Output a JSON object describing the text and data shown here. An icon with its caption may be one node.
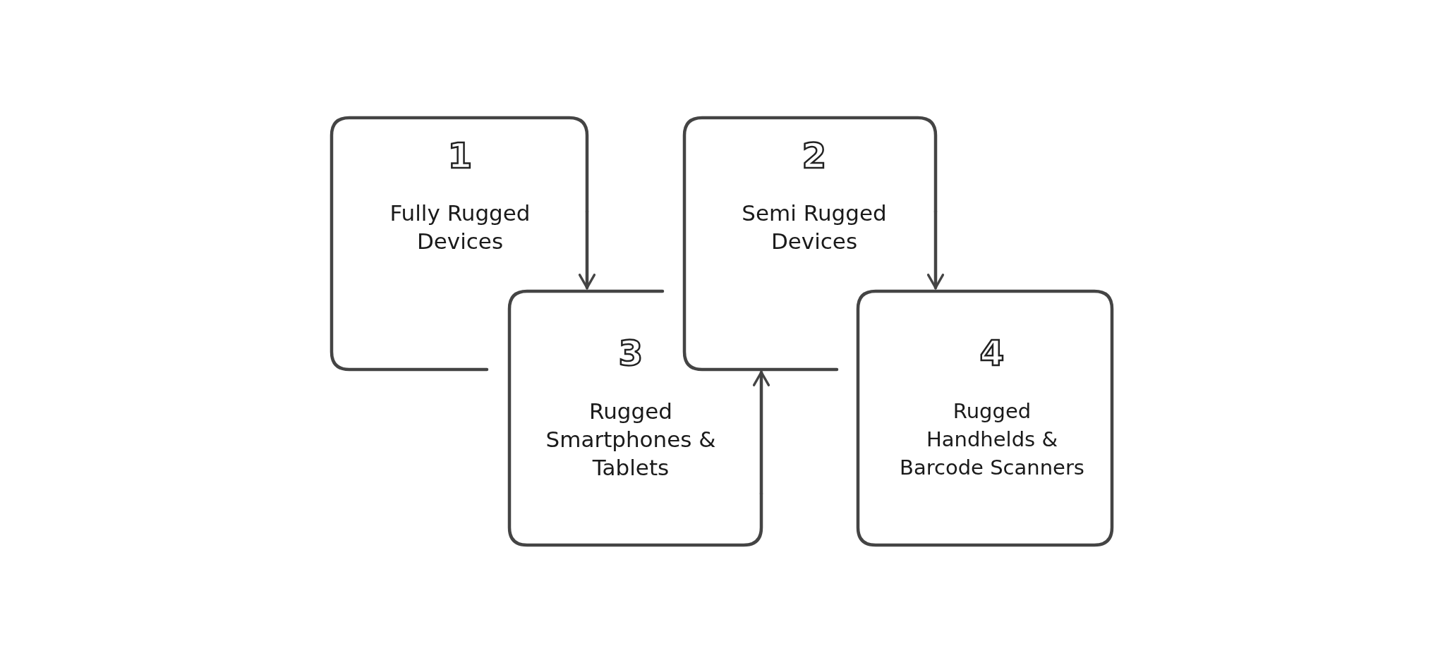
{
  "diagram": {
    "nodes": [
      {
        "text": [
          "1",
          "Fully Rugged Devices"
        ]
      },
      {
        "text": [
          "2",
          "Semi Rugged Devices"
        ]
      },
      {
        "text": [
          "3",
          "Rugged Smartphones & Tablets"
        ]
      },
      {
        "text": [
          "4",
          "Rugged Handhelds & Barcode Scanners"
        ]
      }
    ],
    "edges": [
      {
        "from": 0,
        "to": 2,
        "arrow": "to"
      },
      {
        "from": 1,
        "to": 3,
        "arrow": "to"
      },
      {
        "from": 2,
        "to": 1,
        "arrow": "to"
      }
    ]
  }
}
